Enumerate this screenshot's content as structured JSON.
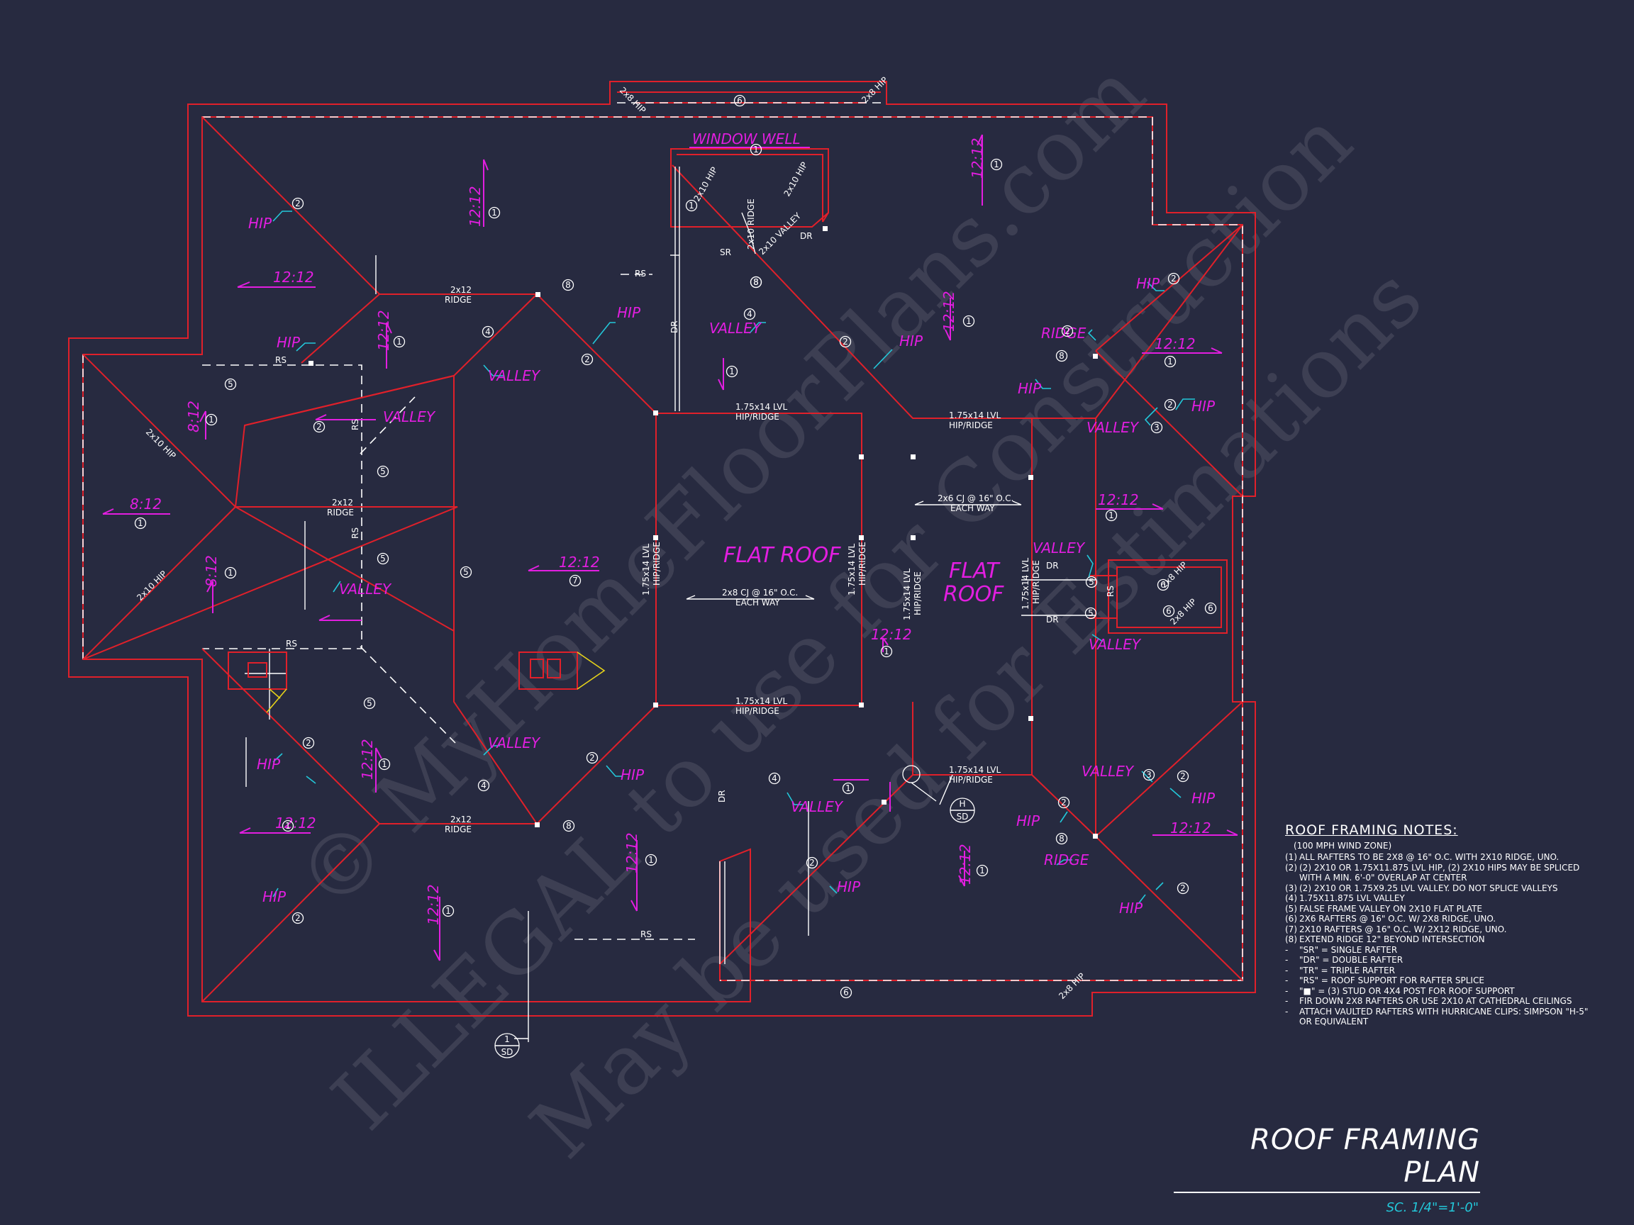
{
  "title": "ROOF FRAMING PLAN",
  "scale": "SC. 1/4\"=1'-0\"",
  "watermark": {
    "line1": "© MyHomeFloorPlans.com",
    "line2": "ILLEGAL to use for Construction",
    "line3": "May be used for Estimations"
  },
  "labels": {
    "window_well": "WINDOW WELL",
    "flat_roof": "FLAT ROOF",
    "flat": "FLAT",
    "roof": "ROOF",
    "ridge": "RIDGE",
    "hip": "HIP",
    "valley": "VALLEY",
    "pitch_1212": "12:12",
    "pitch_812": "8:12",
    "rs": "RS",
    "sr": "SR",
    "dr": "DR",
    "ridge_2x12": "2x12",
    "ridge_word": "RIDGE",
    "lvl_a": "1.75x14 LVL",
    "lvl_b": "HIP/RIDGE",
    "cj_a": "2x8 CJ @ 16\" O.C.",
    "cj_b": "EACH WAY",
    "cj2_a": "2x6 CJ @ 16\" O.C.",
    "cj2_b": "EACH WAY",
    "hip_2x10": "2x10 HIP",
    "valley_2x10": "2x10 VALLEY",
    "hip_2x8": "2x8 HIP",
    "ridge_2x10": "2x10 RIDGE",
    "sd": "SD",
    "sd_h": "H",
    "sd_1": "1"
  },
  "notes": {
    "heading": "ROOF FRAMING NOTES:",
    "zone": "(100 MPH WIND ZONE)",
    "items": [
      {
        "marker": "1",
        "text": "All rafters to be 2x8 @ 16\" O.C. with 2x10 ridge, UNO."
      },
      {
        "marker": "2",
        "text": "(2) 2x10 or 1.75x11.875 LVL hip, (2) 2x10 hips may be spliced with a min. 6'-0\" overlap at center"
      },
      {
        "marker": "3",
        "text": "(2) 2x10 or 1.75x9.25 LVL valley. Do not splice valleys"
      },
      {
        "marker": "4",
        "text": "1.75x11.875 LVL valley"
      },
      {
        "marker": "5",
        "text": "False frame valley on 2x10 flat plate"
      },
      {
        "marker": "6",
        "text": "2x6 rafters @ 16\" O.C. w/ 2x8 ridge, UNO."
      },
      {
        "marker": "7",
        "text": "2x10 rafters @ 16\" O.C. w/ 2x12 ridge, UNO."
      },
      {
        "marker": "8",
        "text": "Extend ridge 12\" beyond intersection"
      },
      {
        "marker": "-",
        "text": "\"SR\" = single rafter"
      },
      {
        "marker": "-",
        "text": "\"DR\" = double rafter"
      },
      {
        "marker": "-",
        "text": "\"TR\" = triple rafter"
      },
      {
        "marker": "-",
        "text": "\"RS\" = roof support for rafter splice"
      },
      {
        "marker": "-",
        "text": "\"■\" = (3) stud or 4x4 post for roof support"
      },
      {
        "marker": "-",
        "text": "Fir down 2x8 rafters or use 2x10 at cathedral ceilings"
      },
      {
        "marker": "-",
        "text": "Attach vaulted rafters with hurricane clips: Simpson \"H-5\" or equivalent"
      }
    ]
  },
  "colors": {
    "background": "#272a40",
    "roof_line": "#e0202a",
    "label": "#e21ee0",
    "leader": "#23c7d9",
    "text": "#ffffff"
  }
}
